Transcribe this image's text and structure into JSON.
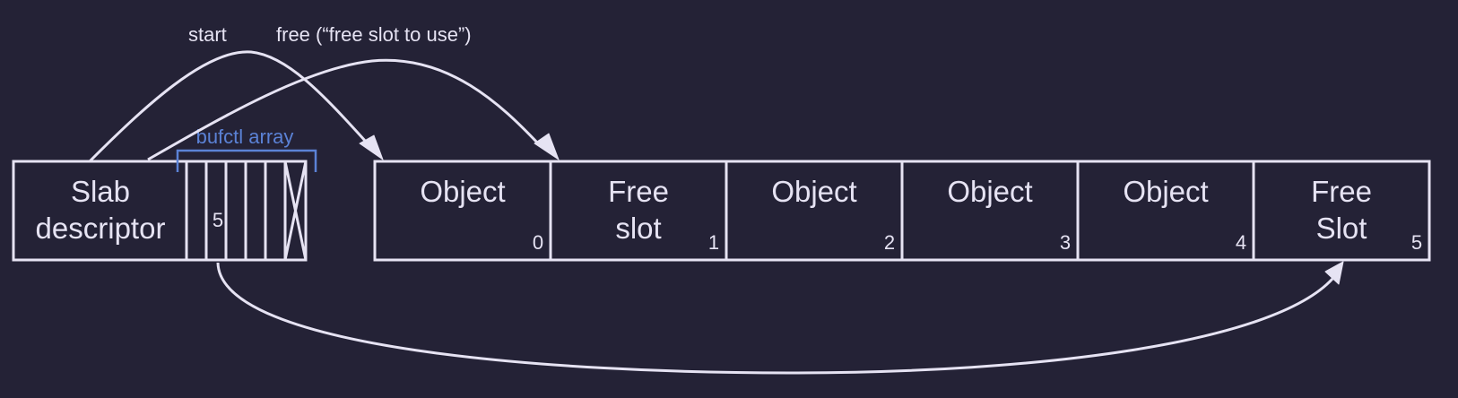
{
  "labels": {
    "start": "start",
    "free": "free (“free slot to use”)",
    "bufctl": "bufctl array"
  },
  "descriptor": {
    "line1": "Slab",
    "line2": "descriptor",
    "bufctl_first_value": "5"
  },
  "slots": [
    {
      "line1": "Object",
      "line2": "",
      "index": "0"
    },
    {
      "line1": "Free",
      "line2": "slot",
      "index": "1"
    },
    {
      "line1": "Object",
      "line2": "",
      "index": "2"
    },
    {
      "line1": "Object",
      "line2": "",
      "index": "3"
    },
    {
      "line1": "Object",
      "line2": "",
      "index": "4"
    },
    {
      "line1": "Free",
      "line2": "Slot",
      "index": "5"
    }
  ],
  "colors": {
    "background": "#242236",
    "line": "#e6e3f3",
    "accent": "#5b82d6"
  }
}
